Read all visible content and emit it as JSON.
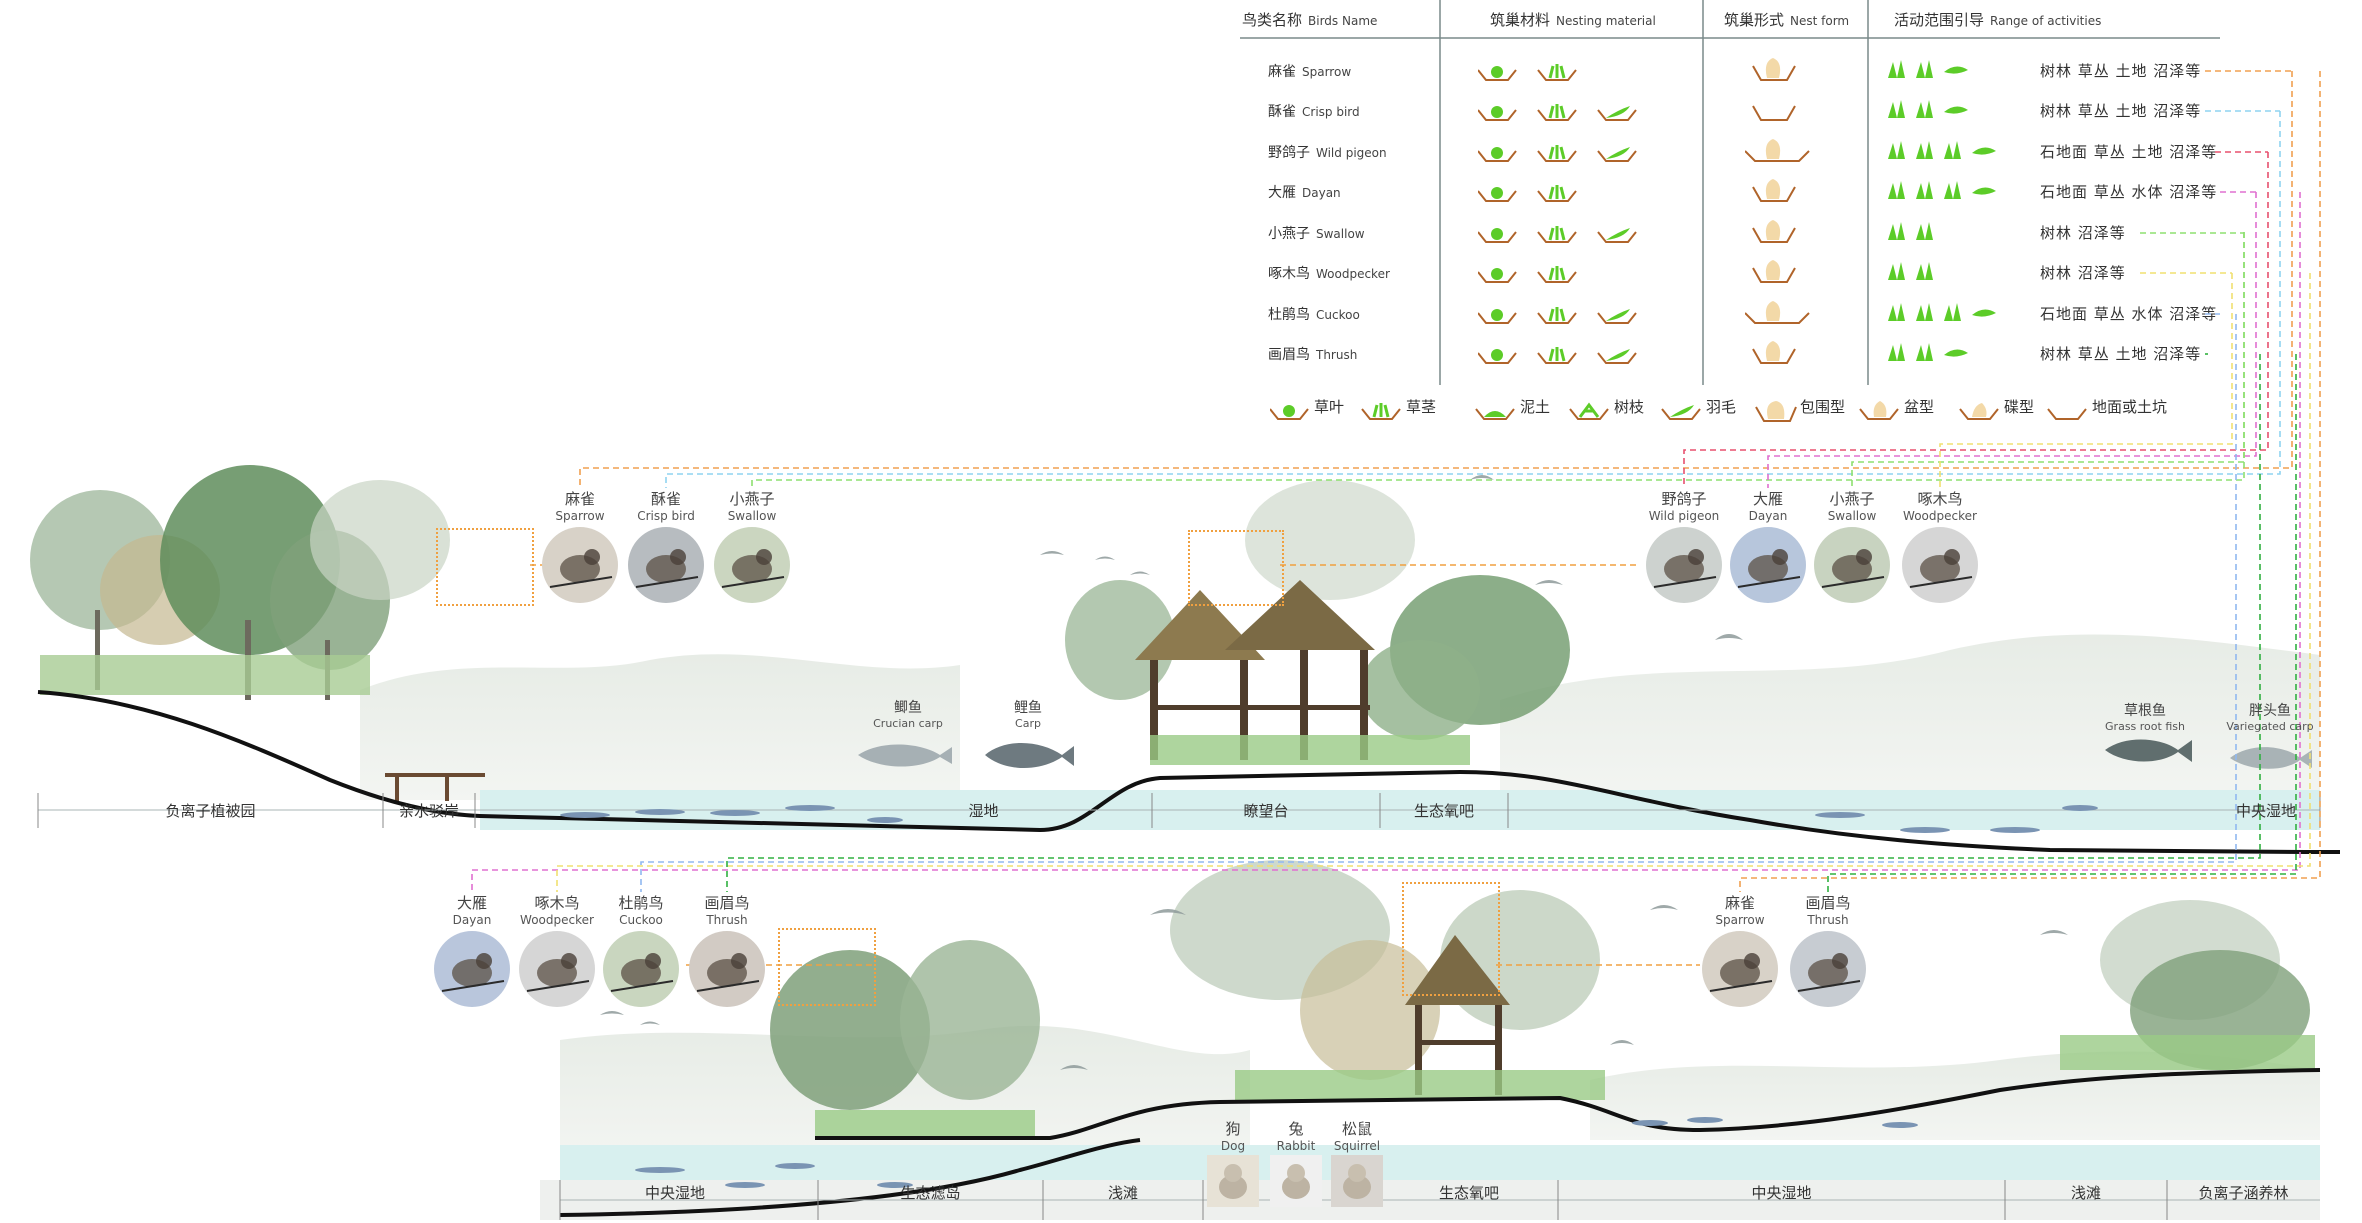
{
  "table": {
    "headers": {
      "name_cn": "鸟类名称",
      "name_en": "Birds Name",
      "material_cn": "筑巢材料",
      "material_en": "Nesting material",
      "form_cn": "筑巢形式",
      "form_en": "Nest form",
      "range_cn": "活动范围引导",
      "range_en": "Range of activities"
    },
    "rows": [
      {
        "cn": "麻雀",
        "en": "Sparrow",
        "range": "树林  草丛  土地  沼泽等",
        "color": "#f0a050"
      },
      {
        "cn": "酥雀",
        "en": "Crisp bird",
        "range": "树林  草丛  土地  沼泽等",
        "color": "#8fd3f0"
      },
      {
        "cn": "野鸽子",
        "en": "Wild pigeon",
        "range": "石地面  草丛  土地  沼泽等",
        "color": "#e8506e"
      },
      {
        "cn": "大雁",
        "en": "Dayan",
        "range": "石地面  草丛  水体  沼泽等",
        "color": "#e070d0"
      },
      {
        "cn": "小燕子",
        "en": "Swallow",
        "range": "树林  沼泽等",
        "color": "#8ee070"
      },
      {
        "cn": "啄木鸟",
        "en": "Woodpecker",
        "range": "树林  沼泽等",
        "color": "#f0e070"
      },
      {
        "cn": "杜鹃鸟",
        "en": "Cuckoo",
        "range": "石地面  草丛  水体  沼泽等",
        "color": "#90b8f0"
      },
      {
        "cn": "画眉鸟",
        "en": "Thrush",
        "range": "树林  草丛  土地  沼泽等",
        "color": "#30b040"
      }
    ],
    "legend": [
      "草叶",
      "草茎",
      "泥土",
      "树枝",
      "羽毛",
      "包围型",
      "盆型",
      "碟型",
      "地面或土坑"
    ]
  },
  "section_top": {
    "zones": [
      "负离子植被园",
      "亲水驳岸",
      "湿地",
      "瞭望台",
      "生态氧吧",
      "中央湿地"
    ],
    "birds_left": [
      {
        "cn": "麻雀",
        "en": "Sparrow"
      },
      {
        "cn": "酥雀",
        "en": "Crisp bird"
      },
      {
        "cn": "小燕子",
        "en": "Swallow"
      }
    ],
    "birds_right": [
      {
        "cn": "野鸽子",
        "en": "Wild pigeon"
      },
      {
        "cn": "大雁",
        "en": "Dayan"
      },
      {
        "cn": "小燕子",
        "en": "Swallow"
      },
      {
        "cn": "啄木鸟",
        "en": "Woodpecker"
      }
    ],
    "fish": [
      {
        "cn": "鲫鱼",
        "en": "Crucian carp"
      },
      {
        "cn": "鲤鱼",
        "en": "Carp"
      },
      {
        "cn": "草根鱼",
        "en": "Grass root fish"
      },
      {
        "cn": "胖头鱼",
        "en": "Variegated carp"
      }
    ]
  },
  "section_bottom": {
    "zones": [
      "中央湿地",
      "生态滤岛",
      "浅滩",
      "生态氧吧",
      "中央湿地",
      "浅滩",
      "负离子涵养林"
    ],
    "birds_left": [
      {
        "cn": "大雁",
        "en": "Dayan"
      },
      {
        "cn": "啄木鸟",
        "en": "Woodpecker"
      },
      {
        "cn": "杜鹃鸟",
        "en": "Cuckoo"
      },
      {
        "cn": "画眉鸟",
        "en": "Thrush"
      }
    ],
    "birds_right": [
      {
        "cn": "麻雀",
        "en": "Sparrow"
      },
      {
        "cn": "画眉鸟",
        "en": "Thrush"
      }
    ],
    "animals": [
      {
        "cn": "狗",
        "en": "Dog"
      },
      {
        "cn": "兔",
        "en": "Rabbit"
      },
      {
        "cn": "松鼠",
        "en": "Squirrel"
      }
    ]
  },
  "colors": {
    "grass": "#5ccc28",
    "nest_brown": "#b0642a",
    "nest_fill": "#f3d9a8",
    "water": "#d8f0ef",
    "ground": "#111111",
    "frame": "#aab4b4",
    "callout": "#f0a040"
  }
}
